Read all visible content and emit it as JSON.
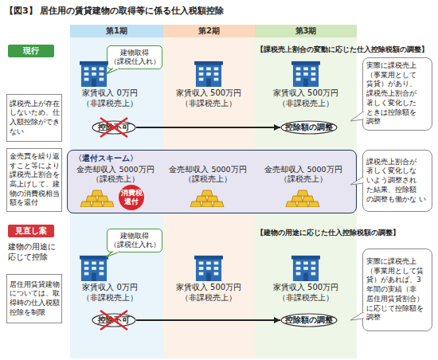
{
  "diagram": {
    "title": "【図3】 居住用の賃貸建物の取得等に係る仕入税額控除",
    "nodes": [
      {
        "text": [
          "第1期"
        ]
      },
      {
        "text": [
          "第2期"
        ]
      },
      {
        "text": [
          "第3期"
        ]
      },
      {
        "text": [
          "現行"
        ]
      },
      {
        "text": [
          "建物取得 （課税仕入れ）"
        ]
      },
      {
        "text": [
          "課税売上が存在 しないため、仕 入額控除ができ ない"
        ]
      },
      {
        "text": [
          "控除不可"
        ]
      },
      {
        "text": [
          "控除額の調整"
        ]
      },
      {
        "text": [
          "実際に課税売上 （事業用として 賃貸）があり、 課税売上割合が 著しく変化した ときは控除額を 調整"
        ]
      },
      {
        "text": [
          "金売買を繰り返 すこと等により 課税売上割合を 高上げして、建 物の消費税相当 額を還付"
        ]
      },
      {
        "text": [
          "〈還付スキーム〉",
          "金売却収入 5000万円 （課税売上）",
          "金売却収入 5000万円 （課税売上）",
          "金売却収入 5000万円 （課税売上）"
        ]
      },
      {
        "text": [
          "消費税 還付"
        ],
        "in": 10
      },
      {
        "text": [
          "課税売上割合が 著しく変化しな いよう調整され た結果、控除額 の調整も働かな い"
        ]
      },
      {
        "text": [
          "見直し案"
        ]
      },
      {
        "text": [
          "建物取得 （課税仕入れ）"
        ]
      },
      {
        "text": [
          "居住用賃貸建物 については、取 得時の仕入税額 控除を制限"
        ]
      },
      {
        "text": [
          "控除不可"
        ]
      },
      {
        "text": [
          "控除額の調整"
        ]
      },
      {
        "text": [
          "実際に課税売上 （事業用として賃 貸）があれば、3 年間の実績（非 居住用賃貸割合） に応じて控除額を 調整"
        ]
      }
    ],
    "edges": [
      {
        "from": 6,
        "to": 7,
        "arrow": "to"
      },
      {
        "from": 16,
        "to": 17,
        "arrow": "to"
      }
    ],
    "labels": [
      "【課税売上割合の変動に応じた仕入控除税額の調整】",
      "家賃収入 0万円 （非課税売上）",
      "家賃収入 500万円 （非課税売上）",
      "家賃収入 500万円 （非課税売上）",
      "建物の用途に 応じて控除",
      "【建物の用途に応じた仕入控除税額の調整】",
      "家賃収入 0万円 （非課税売上）",
      "家賃収入 500万円 （非課税売上）",
      "家賃収入 500万円 （非課税売上）"
    ]
  }
}
